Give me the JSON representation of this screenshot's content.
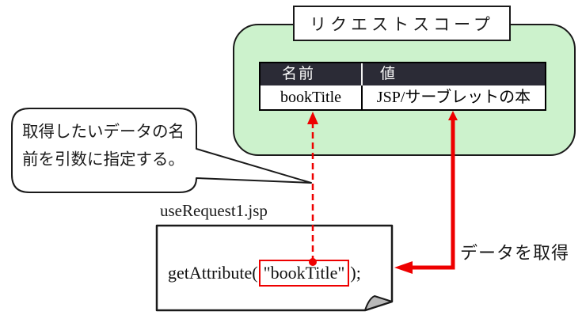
{
  "scope": {
    "title": "リクエストスコープ",
    "table": {
      "headers": [
        "名前",
        "値"
      ],
      "rows": [
        [
          "bookTitle",
          "JSP/サーブレットの本"
        ]
      ]
    }
  },
  "callout": {
    "lines": [
      "取得したいデータの名",
      "前を引数に指定する。"
    ]
  },
  "document": {
    "label": "useRequest1.jsp",
    "code_prefix": "getAttribute(",
    "code_arg": "\"bookTitle\"",
    "code_suffix": ");"
  },
  "annotations": {
    "fetch_label": "データを取得"
  },
  "colors": {
    "scope_fill": "#ccf2cc",
    "scope_border": "#1a1a1a",
    "table_header_bg": "#2b2b36",
    "table_header_text": "#fafafa",
    "accent_red": "#ee0000",
    "fold_gray": "#b9b9b9"
  }
}
